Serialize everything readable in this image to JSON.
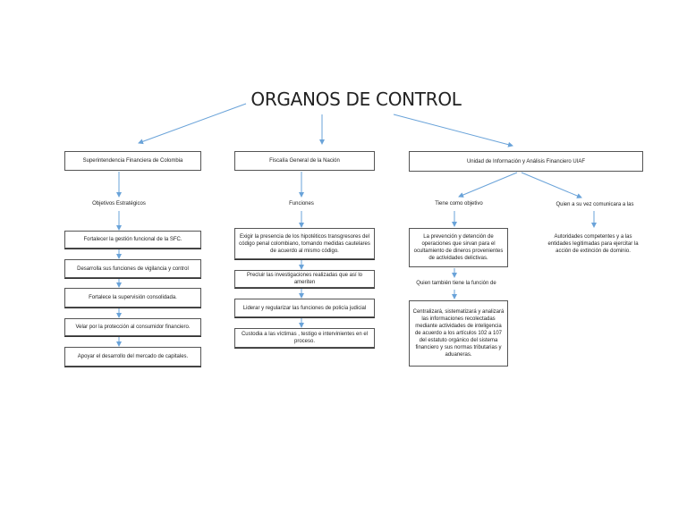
{
  "title": "ORGANOS DE CONTROL",
  "arrow_color": "#6aa3d9",
  "branches": {
    "sfc": {
      "header": "Superintendencia Financiera de Colombia",
      "label": "Objetivos Estratégicos",
      "items": [
        "Fortalecer la gestión funcional de la SFC.",
        "Desarrolla sus funciones de vigilancia y control",
        "Fortalece la supervisión consolidada.",
        "Velar por la protección al consumidor financiero.",
        "Apoyar el desarrollo del mercado de capitales."
      ]
    },
    "fiscalia": {
      "header": "Fiscalía General de la Nación",
      "label": "Funciones",
      "items": [
        "Exigir la presencia de los hipotéticos transgresores del código penal colombiano, tomando medidas cautelares de acuerdo al mismo código.",
        "Precluir las investigaciones realizadas que así lo ameriten",
        "Liderar y regularizar las funciones de policía judicial",
        "Custodia a las víctimas , testigo e intervinientes en el proceso."
      ]
    },
    "uiaf": {
      "header": "Unidad de Información y Análisis Financiero UIAF",
      "label_left": "Tiene como objetivo",
      "label_right": "Quien a su vez comunicara a las",
      "objective": "La prevención y detención de operaciones que sirvan para el ocultamiento de dineros provenientes de actividades delictivas.",
      "label_function": "Quien también tiene la función de",
      "function": "Centralizará, sistematizará y analizará las informaciones recolectadas mediante actividades de inteligencia de acuerdo a los artículos 102 a 107 del estatuto orgánico del sistema financiero y sus normas tributarias y aduaneras.",
      "communicate": "Autoridades competentes y a las entidades legitimadas para ejercitar la acción de extinción de dominio."
    }
  }
}
